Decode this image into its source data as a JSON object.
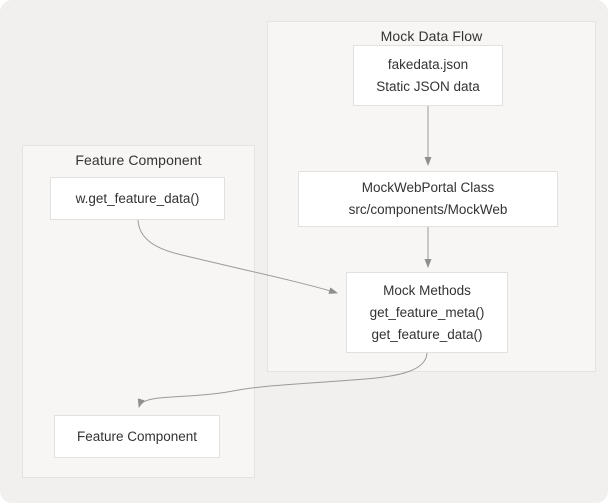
{
  "containers": {
    "mock_data_flow": {
      "title": "Mock Data Flow"
    },
    "feature_component": {
      "title": "Feature Component"
    }
  },
  "nodes": {
    "fakedata": {
      "lines": [
        "fakedata.json",
        "Static JSON data"
      ]
    },
    "mockwebportal": {
      "lines": [
        "MockWebPortal Class",
        "src/components/MockWeb"
      ]
    },
    "mock_methods": {
      "lines": [
        "Mock Methods",
        "get_feature_meta()",
        "get_feature_data()"
      ]
    },
    "w_get_feature_data": {
      "lines": [
        "w.get_feature_data()"
      ]
    },
    "feature_component_node": {
      "lines": [
        "Feature Component"
      ]
    }
  },
  "edges": [
    {
      "from": "fakedata.json Static JSON data",
      "to": "MockWebPortal Class"
    },
    {
      "from": "MockWebPortal Class",
      "to": "Mock Methods"
    },
    {
      "from": "w.get_feature_data()",
      "to": "Mock Methods"
    },
    {
      "from": "Mock Methods",
      "to": "Feature Component"
    }
  ],
  "colors": {
    "canvas_background": "#f2f0ee",
    "container_background": "#f7f6f5",
    "container_border": "#e5e3e1",
    "node_background": "#ffffff",
    "node_border": "#e3e1df",
    "text": "#333333",
    "arrow": "#9a9a9a"
  }
}
